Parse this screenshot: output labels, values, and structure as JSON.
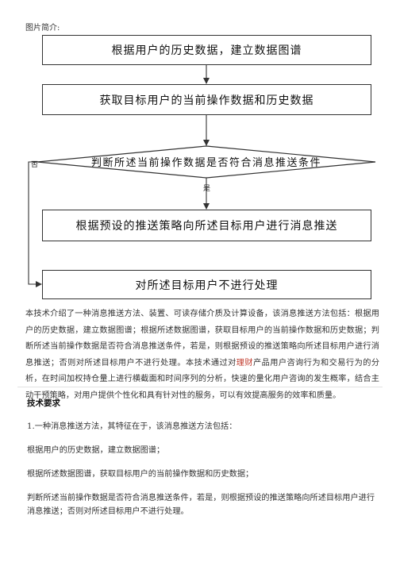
{
  "intro_label": "图片简介:",
  "flowchart": {
    "step1": "根据用户的历史数据，建立数据图谱",
    "step2": "获取目标用户的当前操作数据和历史数据",
    "decision": "判断所述当前操作数据是否符合消息推送条件",
    "yes_label": "是",
    "no_label": "否",
    "step3": "根据预设的推送策略向所述目标用户进行消息推送",
    "step4": "对所述目标用户不进行处理"
  },
  "description": {
    "before": "本技术介绍了一种消息推送方法、装置、可读存储介质及计算设备，该消息推送方法包括：根据用户的历史数据，建立数据图谱；根据所述数据图谱，获取目标用户的当前操作数据和历史数据；判断所述当前操作数据是否符合消息推送条件，若是，则根据预设的推送策略向所述目标用户进行消息推送；否则对所述目标用户不进行处理。本技术通过对",
    "link": "理财",
    "after": "产品用户咨询行为和交易行为的分析，在时间加权持仓量上进行横截面和时间序列的分析，快速的量化用户咨询的发生概率，结合主动干预策略，对用户提供个性化和具有针对性的服务，可以有效提高服务的效率和质量。"
  },
  "claims": {
    "title": "技术要求",
    "items": [
      "1.一种消息推送方法，其特征在于，该消息推送方法包括：",
      "根据用户的历史数据，建立数据图谱；",
      "根据所述数据图谱，获取目标用户的当前操作数据和历史数据；",
      "判断所述当前操作数据是否符合消息推送条件，若是，则根据预设的推送策略向所述目标用户进行消息推送；否则对所述目标用户不进行处理。"
    ]
  }
}
